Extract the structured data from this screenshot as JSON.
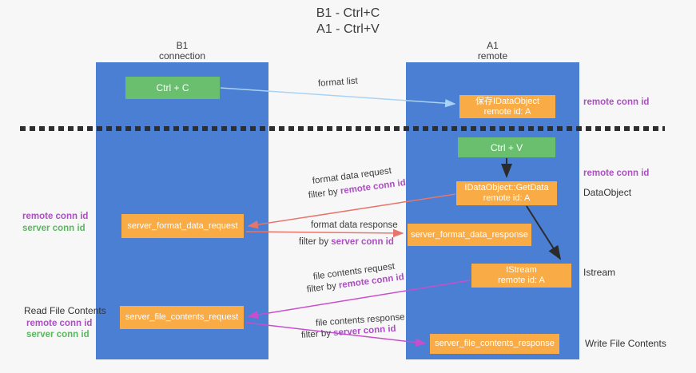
{
  "title": {
    "line1": "B1 - Ctrl+C",
    "line2": "A1 - Ctrl+V"
  },
  "lifelines": {
    "left": {
      "title": "B1",
      "subtitle": "connection"
    },
    "right": {
      "title": "A1",
      "subtitle": "remote"
    }
  },
  "boxes": {
    "ctrl_c": {
      "label": "Ctrl + C"
    },
    "ctrl_v": {
      "label": "Ctrl + V"
    },
    "save_dataobject": {
      "line1": "保存IDataObject",
      "line2": "remote id: A"
    },
    "getdata": {
      "line1": "IDataObject::GetData",
      "line2": "remote id: A"
    },
    "istream": {
      "line1": "IStream",
      "line2": "remote id: A"
    },
    "format_request": {
      "label": "server_format_data_request"
    },
    "format_response": {
      "label": "server_format_data_response"
    },
    "file_request": {
      "label": "server_file_contents_request"
    },
    "file_response": {
      "label": "server_file_contents_response"
    }
  },
  "arrow_labels": {
    "format_list": "format list",
    "format_data_request": "format data request",
    "filter_remote_1": {
      "prefix": "filter by ",
      "id": "remote conn id"
    },
    "format_data_response": "format data response",
    "filter_server_1": {
      "prefix": "filter by ",
      "id": "server conn id"
    },
    "file_contents_request": "file contents request",
    "filter_remote_2": {
      "prefix": "filter by ",
      "id": "remote conn id"
    },
    "file_contents_response": "file contents response",
    "filter_server_2": {
      "prefix": "filter by ",
      "id": "server conn id"
    }
  },
  "side_labels": {
    "right_remote_conn_top": "remote conn id",
    "right_remote_conn_mid": "remote conn id",
    "right_dataobject": "DataObject",
    "right_istream": "Istream",
    "right_write_file": "Write File Contents",
    "left_remote_conn_1": "remote conn id",
    "left_server_conn_1": "server conn id",
    "left_read_file": "Read File Contents",
    "left_remote_conn_2": "remote conn id",
    "left_server_conn_2": "server conn id"
  },
  "colors": {
    "lifeline_blue": "#4a7fd4",
    "box_green": "#6abf6e",
    "box_orange": "#f9ab45",
    "arrow_lightblue": "#a9d2f3",
    "arrow_salmon": "#e8756b",
    "arrow_magenta": "#c94ecb",
    "arrow_black": "#2b2b2b",
    "text_purple": "#ab4fc1",
    "text_green": "#59b75f",
    "background": "#f7f7f8"
  }
}
